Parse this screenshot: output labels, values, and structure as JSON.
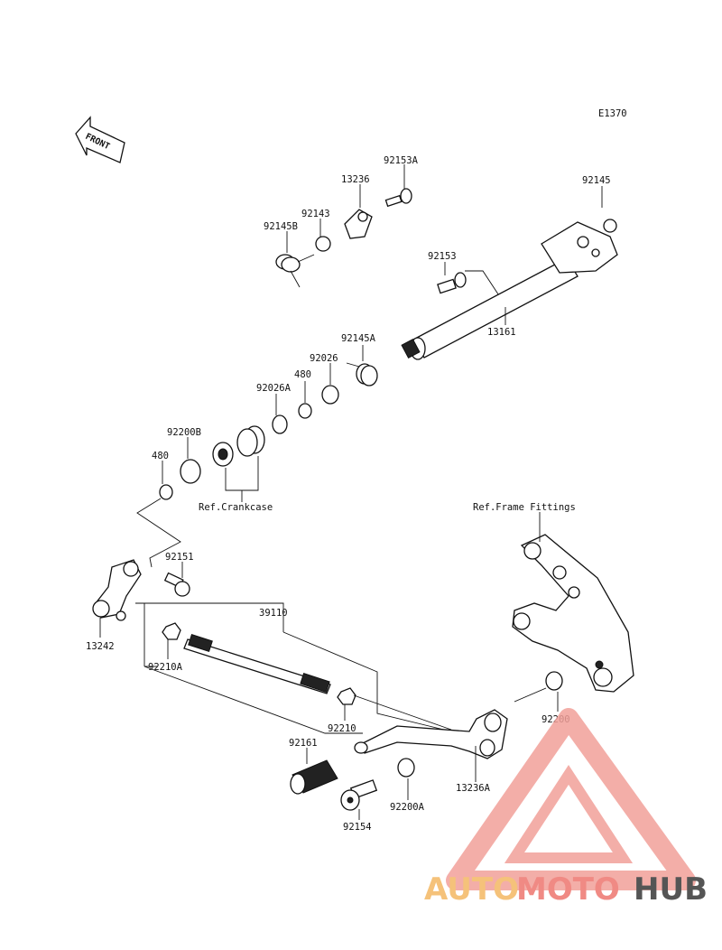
{
  "diagram_code": "E1370",
  "front_label": "FRONT",
  "ref_labels": {
    "crankcase": "Ref.Crankcase",
    "frame_fittings": "Ref.Frame Fittings"
  },
  "part_labels": {
    "p92153A": "92153A",
    "p13236": "13236",
    "p92143": "92143",
    "p92145B": "92145B",
    "p92145": "92145",
    "p92153": "92153",
    "p13161": "13161",
    "p92145A": "92145A",
    "p92026": "92026",
    "p480_upper": "480",
    "p92026A": "92026A",
    "p92200B": "92200B",
    "p480_lower": "480",
    "p92151": "92151",
    "p39110": "39110",
    "p13242": "13242",
    "p92210A": "92210A",
    "p92210": "92210",
    "p92161": "92161",
    "p13236A": "13236A",
    "p92200": "92200",
    "p92200A": "92200A",
    "p92154": "92154"
  },
  "watermark": {
    "part1": "AUTO",
    "part2": "MOTO",
    "part3": "HUB",
    "color_auto": "#f5c27a",
    "color_moto": "#f08a84",
    "color_hub": "#555555",
    "color_logo": "#f2a09a"
  }
}
